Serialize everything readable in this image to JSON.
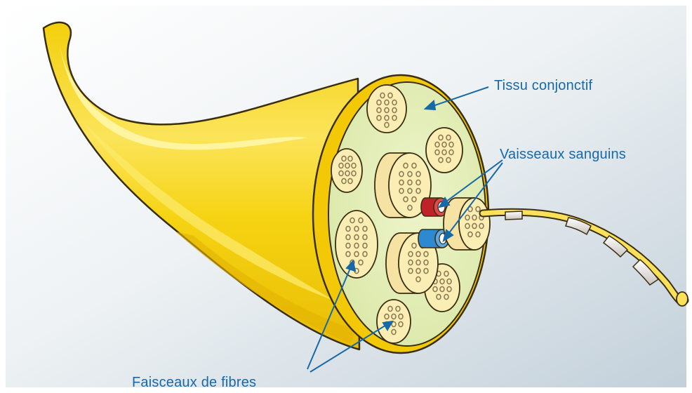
{
  "labels": {
    "connective_tissue": "Tissu conjonctif",
    "blood_vessels": "Vaisseaux sanguins",
    "fiber_bundles": "Faisceaux de fibres"
  },
  "colors": {
    "background_light": "#ffffff",
    "background_dark": "#c7d4dd",
    "nerve_yellow": "#f6d713",
    "nerve_highlight": "#fff6a8",
    "nerve_outline": "#3a2e10",
    "cross_section": "#e4eeb9",
    "bundle_fill": "#fbeeb4",
    "fiber_dot": "#8f7a52",
    "artery": "#c0222a",
    "vein": "#2d8ad0",
    "label_text": "#1769a8",
    "leader_line": "#1769a8"
  }
}
